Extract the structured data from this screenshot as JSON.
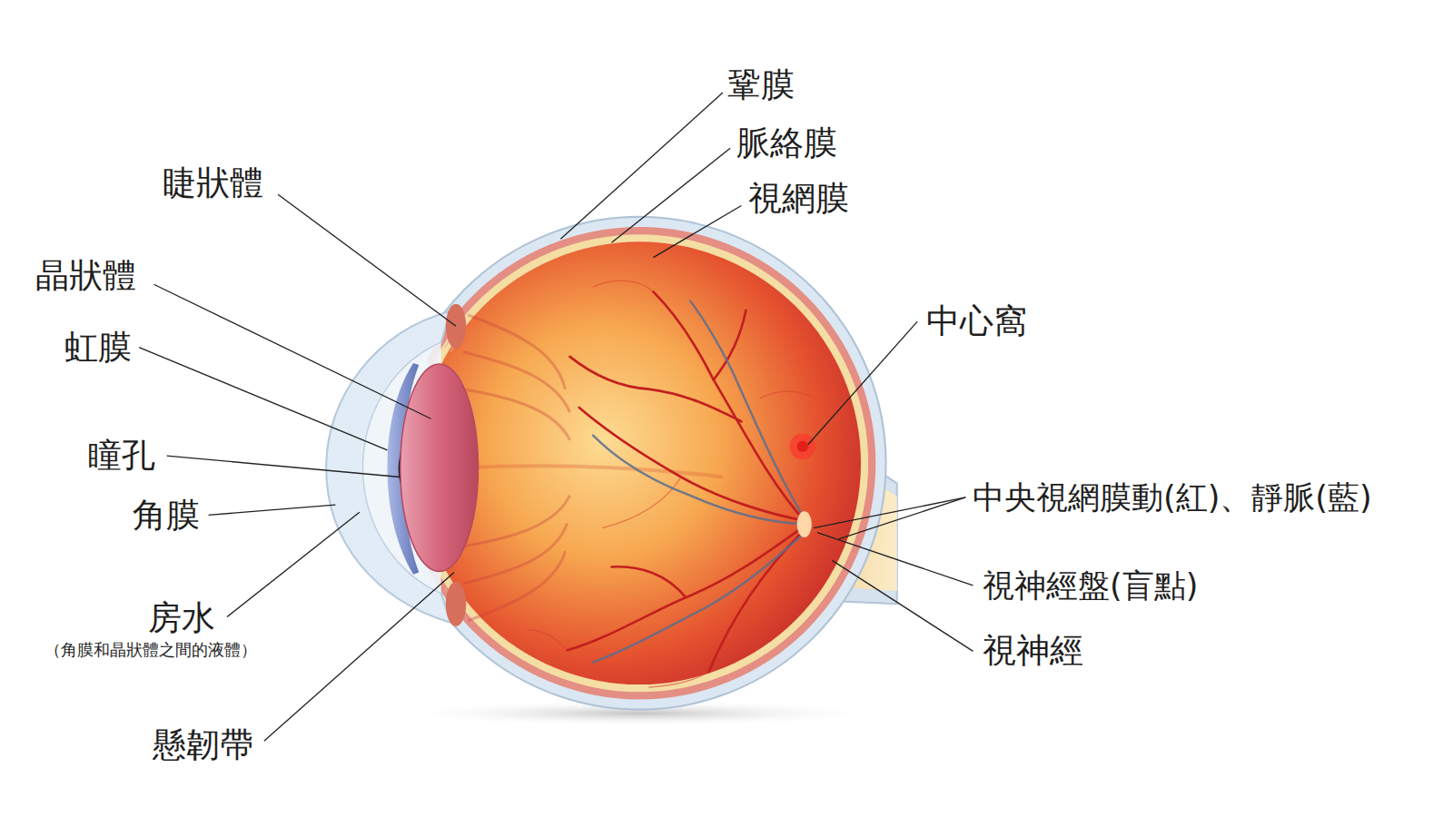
{
  "diagram": {
    "labels": [
      "鞏膜",
      "脈絡膜",
      "視網膜",
      "睫狀體",
      "晶狀體",
      "虹膜",
      "中心窩",
      "瞳孔",
      "中央視網膜動(紅)、靜脈(藍)",
      "角膜",
      "視神經盤(盲點)",
      "房水",
      "（角膜和晶狀體之間的液體）",
      "視神經",
      "懸韌帶"
    ]
  }
}
